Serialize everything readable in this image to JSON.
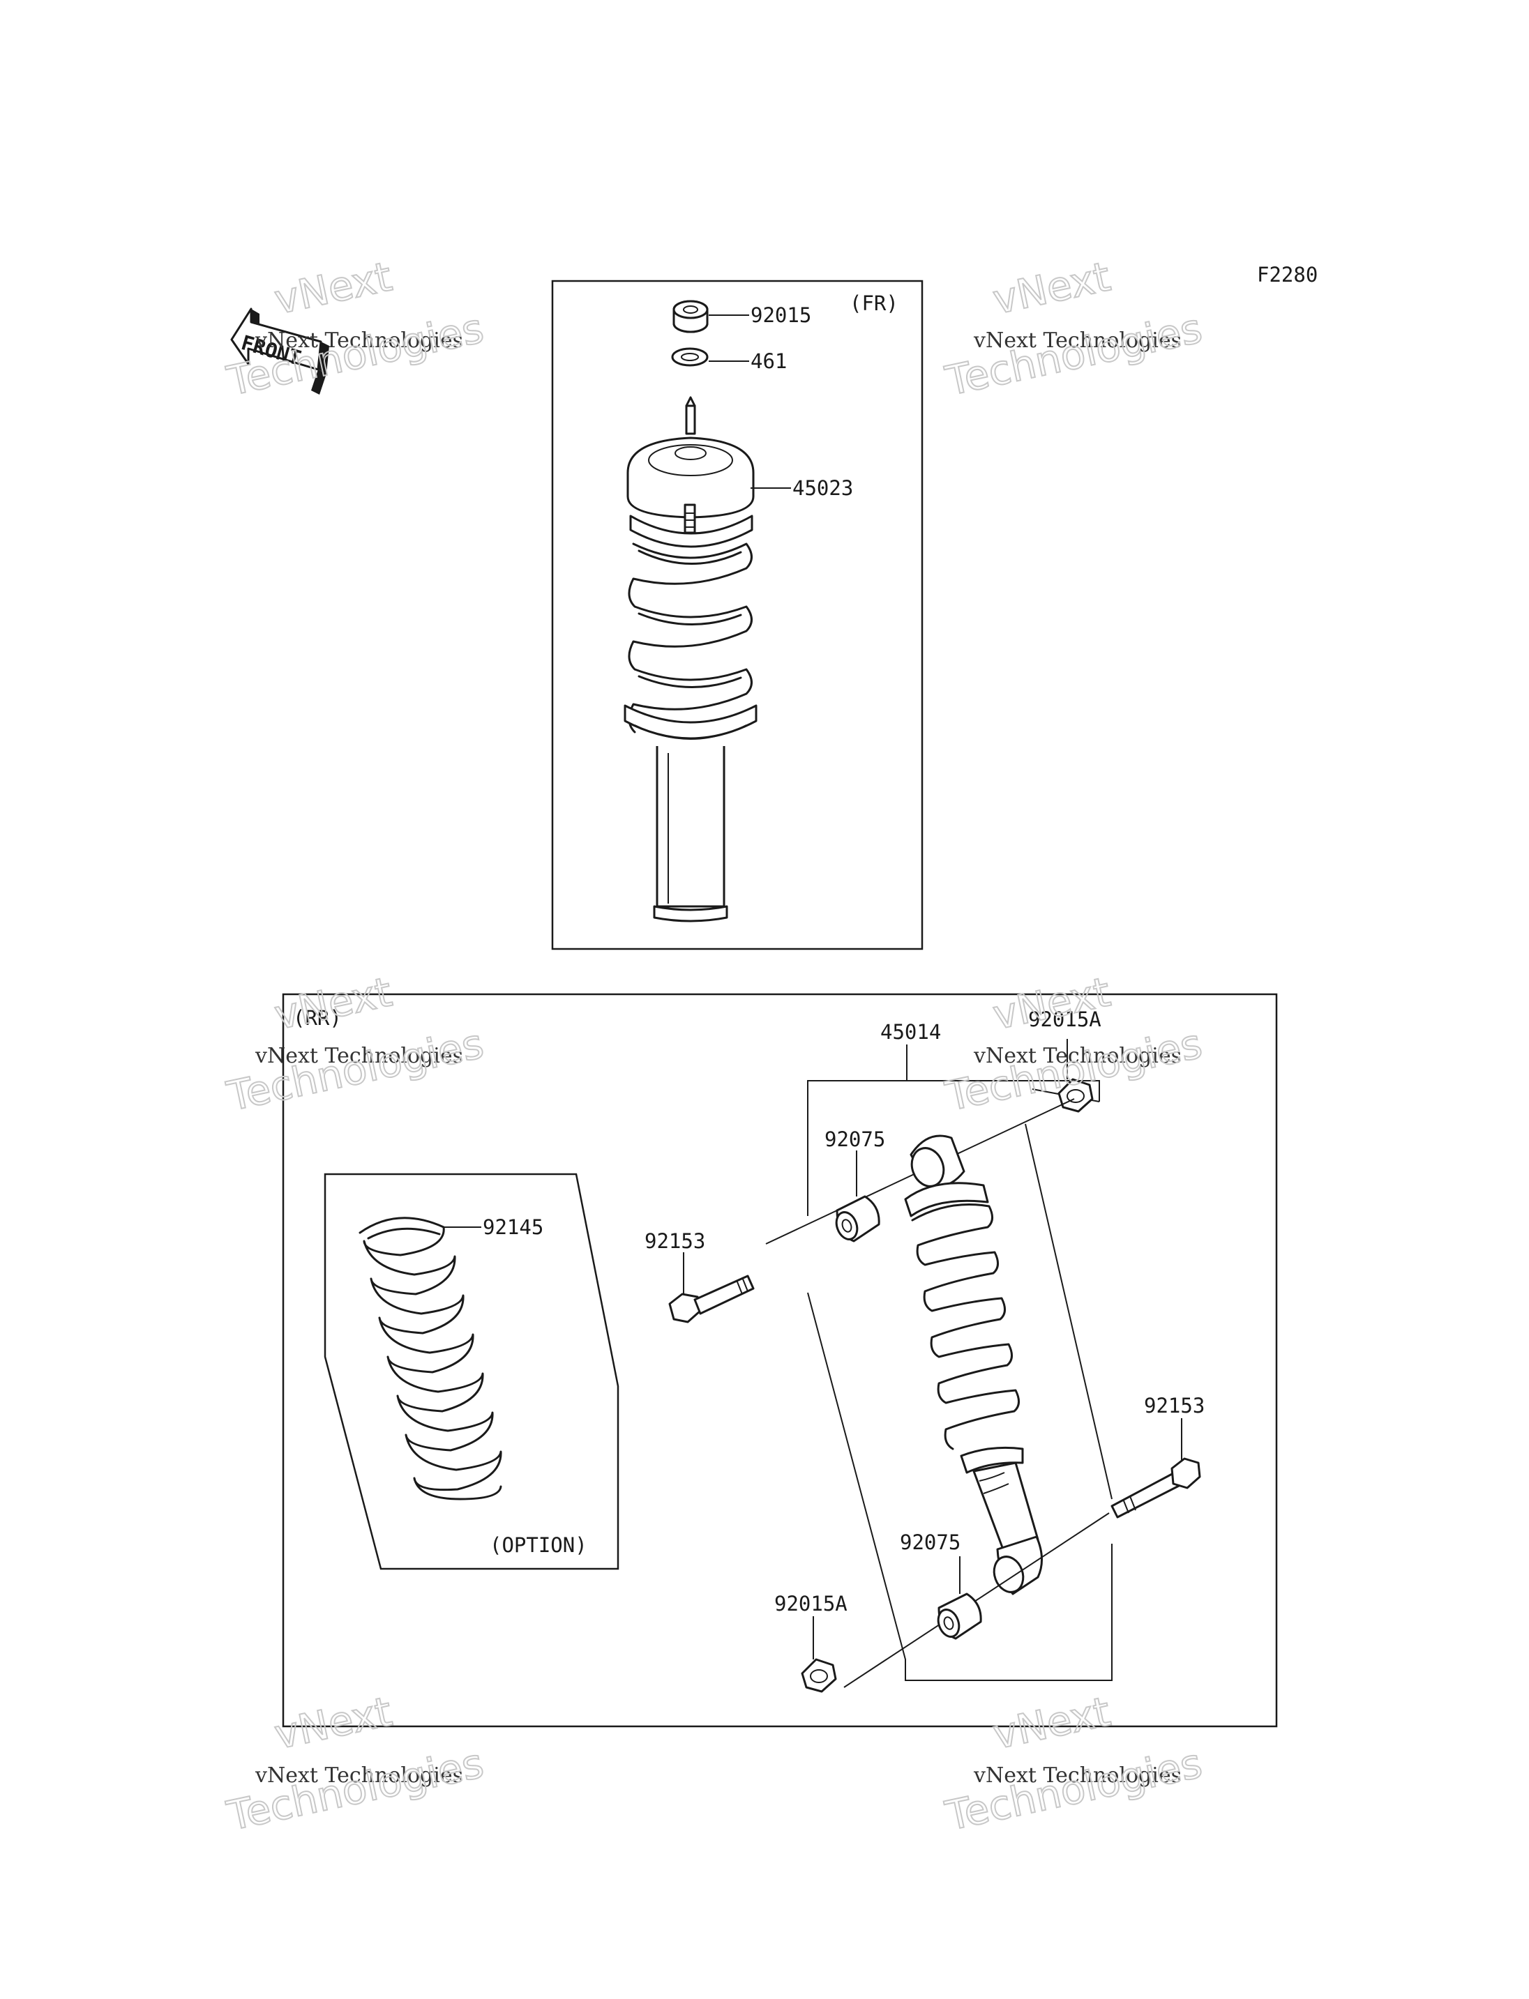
{
  "figure_code": "F2280",
  "front_arrow": {
    "label": "FRONT"
  },
  "panels": {
    "front": {
      "title": "(FR)",
      "parts": [
        {
          "id": "nut",
          "number": "92015"
        },
        {
          "id": "washer",
          "number": "461"
        },
        {
          "id": "shock-absorber-front",
          "number": "45023"
        }
      ]
    },
    "rear": {
      "title": "(RR)",
      "parts": [
        {
          "id": "shock-absorber-rear",
          "number": "45014"
        },
        {
          "id": "nut-top",
          "number": "92015A"
        },
        {
          "id": "bushing-top",
          "number": "92075"
        },
        {
          "id": "bolt-top",
          "number": "92153"
        },
        {
          "id": "bolt-bottom",
          "number": "92153"
        },
        {
          "id": "bushing-bottom",
          "number": "92075"
        },
        {
          "id": "nut-bottom",
          "number": "92015A"
        }
      ],
      "option_box": {
        "note": "(OPTION)",
        "part": {
          "id": "spring-option",
          "number": "92145"
        }
      }
    }
  },
  "watermark": {
    "line1": "vNext",
    "line2": "vNext Technologies",
    "line3": "Technologies"
  },
  "colors": {
    "ink": "#1a1a1a",
    "watermark": "#c8c8c8",
    "background": "#ffffff"
  }
}
